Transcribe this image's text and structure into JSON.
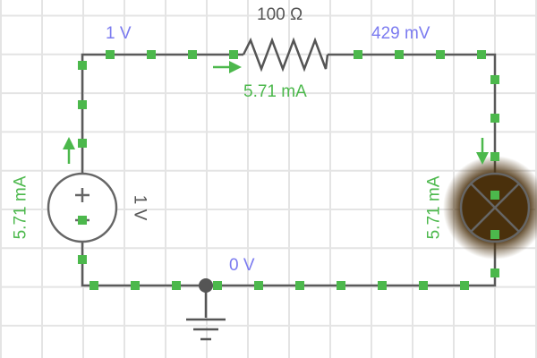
{
  "circuit": {
    "resistor_label": "100 Ω",
    "resistor_current": "5.71 mA",
    "node_top_left_voltage": "1 V",
    "node_top_right_voltage": "429 mV",
    "ground_node_voltage": "0 V",
    "source_voltage": "1 V",
    "source_current": "5.71 mA",
    "lamp_current": "5.71 mA"
  },
  "colors": {
    "wire": "#555555",
    "current": "#4cb84c",
    "voltage_label": "#7b7bf0",
    "grid": "#e6e6e6",
    "lamp_glow": "#4a300c"
  }
}
